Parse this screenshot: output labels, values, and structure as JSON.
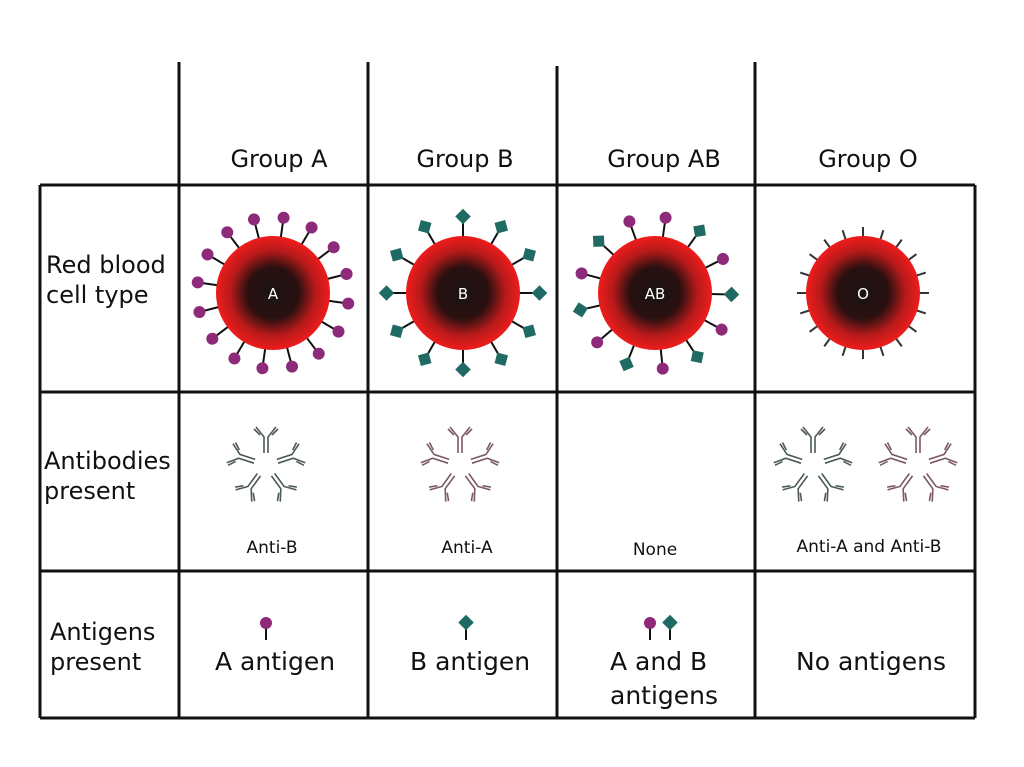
{
  "columns": [
    {
      "header": "Group A",
      "cell_label": "A",
      "antigens": [
        "A"
      ],
      "antibodies": [
        "anti-B"
      ],
      "antibodies_label": "Anti-B",
      "antigens_label": "A antigen"
    },
    {
      "header": "Group B",
      "cell_label": "B",
      "antigens": [
        "B"
      ],
      "antibodies": [
        "anti-A"
      ],
      "antibodies_label": "Anti-A",
      "antigens_label": "B antigen"
    },
    {
      "header": "Group AB",
      "cell_label": "AB",
      "antigens": [
        "A",
        "B"
      ],
      "antibodies": [],
      "antibodies_label": "None",
      "antigens_label_line1": "A and B",
      "antigens_label_line2": "antigens"
    },
    {
      "header": "Group O",
      "cell_label": "O",
      "antigens": [],
      "antibodies": [
        "anti-B",
        "anti-A"
      ],
      "antibodies_label": "Anti-A and Anti-B",
      "antigens_label": "No antigens"
    }
  ],
  "rows": {
    "rbc_line1": "Red blood",
    "rbc_line2": "cell type",
    "antibodies_line1": "Antibodies",
    "antibodies_line2": "present",
    "antigens_line1": "Antigens",
    "antigens_line2": "present"
  },
  "colors": {
    "antigen_a": "#8e2a7a",
    "antigen_b": "#1f6b63",
    "cell_outer": "#ee1c1c",
    "cell_core": "#1a1414",
    "anti_b": "#4c5a56",
    "anti_a": "#7a5868",
    "grid": "#111111"
  }
}
